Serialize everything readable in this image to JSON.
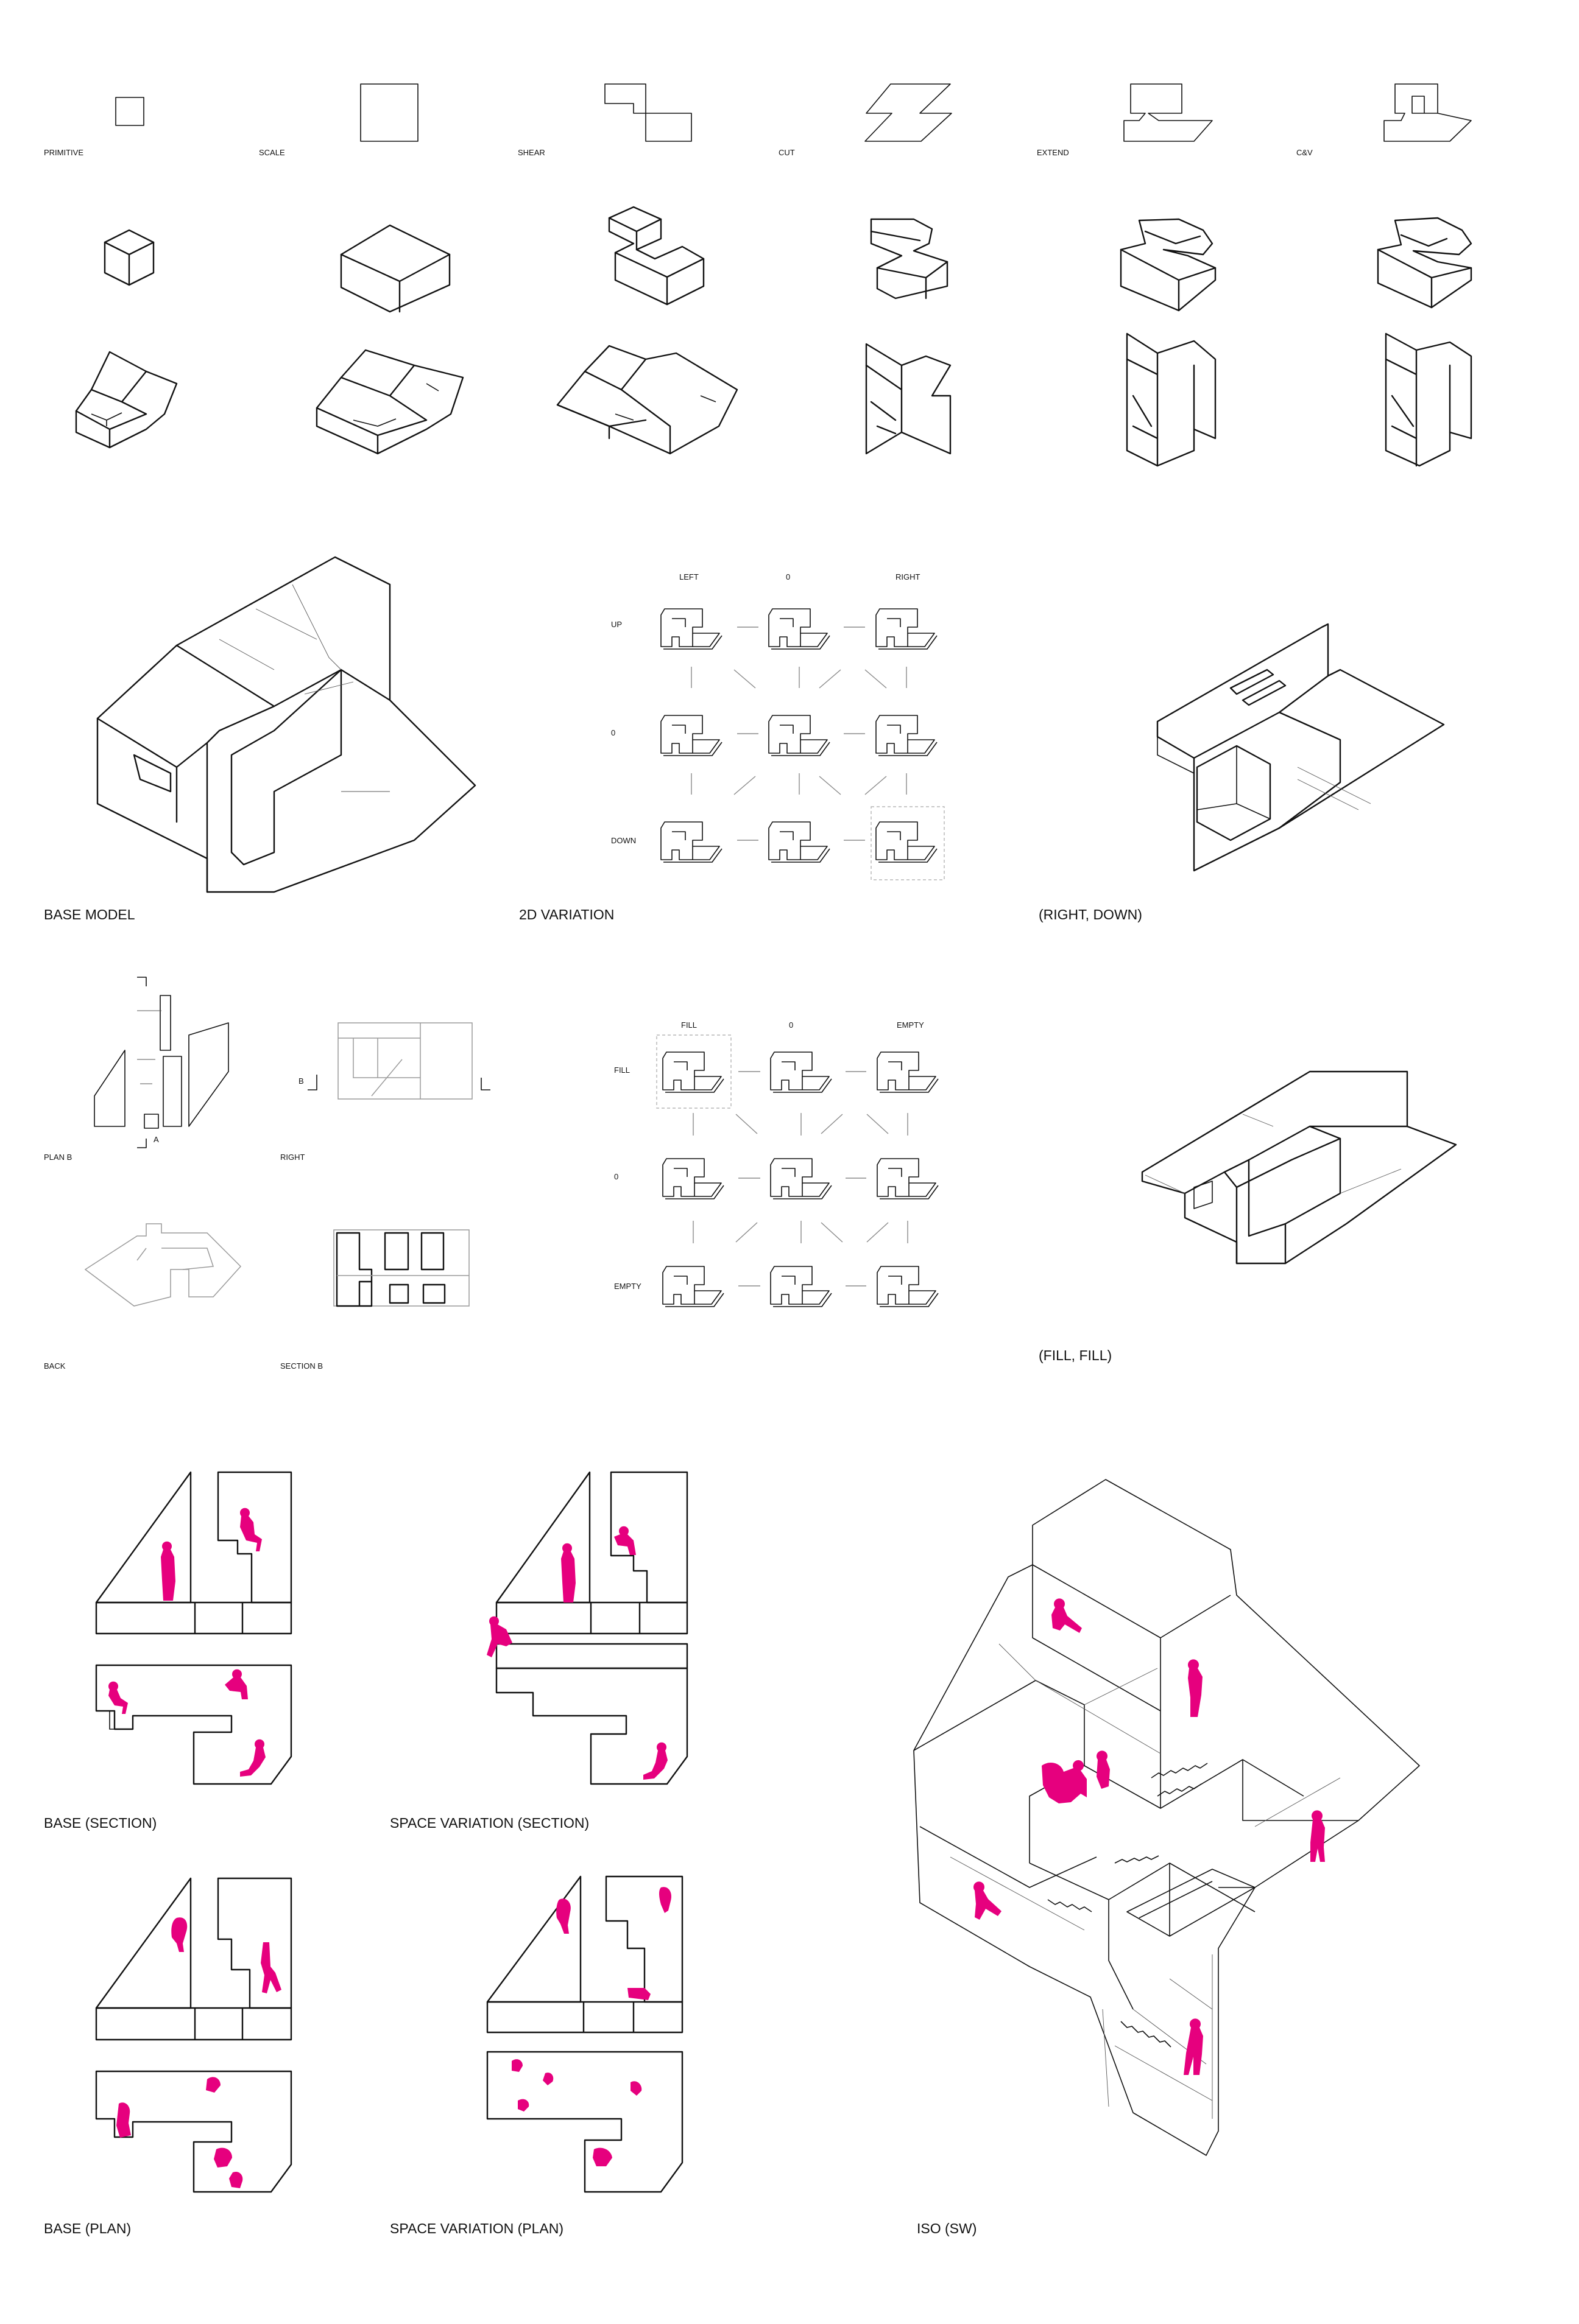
{
  "colors": {
    "line": "#111111",
    "accent": "#e6007e",
    "light": "#9a9a9a"
  },
  "row1": {
    "labels": [
      "PRIMITIVE",
      "SCALE",
      "SHEAR",
      "CUT",
      "EXTEND",
      "C&V"
    ]
  },
  "section2": {
    "base_model": "BASE MODEL",
    "variation": "2D VARIATION",
    "result": "(RIGHT, DOWN)",
    "cols": [
      "LEFT",
      "0",
      "RIGHT"
    ],
    "rows": [
      "UP",
      "0",
      "DOWN"
    ]
  },
  "section3": {
    "views": [
      "PLAN B",
      "RIGHT",
      "BACK",
      "SECTION B"
    ],
    "markers": [
      "B",
      "A"
    ],
    "cols": [
      "FILL",
      "0",
      "EMPTY"
    ],
    "rows": [
      "FILL",
      "0",
      "EMPTY"
    ],
    "result": "(FILL, FILL)"
  },
  "section4": {
    "base_section": "BASE (SECTION)",
    "space_section": "SPACE VARIATION (SECTION)",
    "base_plan": "BASE (PLAN)",
    "space_plan": "SPACE VARIATION (PLAN)",
    "iso": "ISO (SW)"
  }
}
